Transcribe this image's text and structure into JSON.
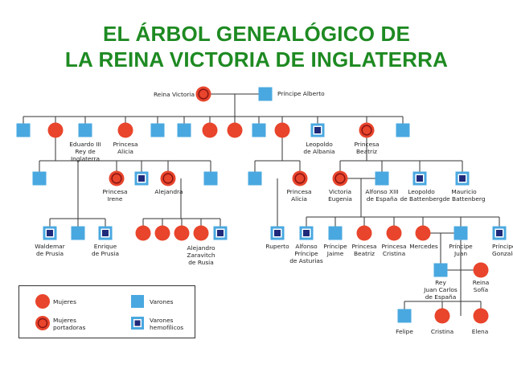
{
  "title": {
    "line1": "EL ÁRBOL GENEALÓGICO DE",
    "line2": "LA REINA VICTORIA DE INGLATERRA"
  },
  "colors": {
    "female": "#e8452c",
    "carrier_ring": "#8a1414",
    "male": "#4aa8e0",
    "hemophiliac_inner": "#1f2a7a",
    "line": "#333333",
    "title": "#1e8a22"
  },
  "people": {
    "reina_victoria": "Reina Victoria",
    "principe_alberto": "Príncipe Alberto",
    "eduardo_iii": "Eduardo III\nRey de\nInglaterra",
    "princesa_alicia_1": "Princesa\nAlicia",
    "leopoldo_albania": "Leopoldo\nde Albania",
    "princesa_beatriz_1": "Princesa\nBeatriz",
    "princesa_irene": "Princesa\nIrene",
    "alejandra": "Alejandra",
    "princesa_alicia_2": "Princesa\nAlicia",
    "victoria_eugenia": "Victoria\nEugenia",
    "alfonso_xiii": "Alfonso XIII\nde España",
    "leopoldo_battenberg": "Leopoldo\nde Battenberg",
    "mauricio_battenberg": "Mauricio\nde Battenberg",
    "waldemar": "Waldemar\nde Prusia",
    "enrique": "Enrique\nde Prusia",
    "alejandro_zaravitch": "Alejandro\nZaravitch\nde Rusia",
    "ruperto": "Ruperto",
    "alfonso_asturias": "Alfonso\nPríncipe\nde Asturias",
    "principe_jaime": "Príncipe\nJaime",
    "princesa_beatriz_2": "Princesa\nBeatriz",
    "princesa_cristina": "Princesa\nCristina",
    "mercedes": "Mercedes",
    "principe_juan": "Príncipe\nJuan",
    "principe_gonzalo": "Príncipe\nGonzalo",
    "rey_juan_carlos": "Rey\nJuan Carlos\nde España",
    "reina_sofia": "Reina\nSofía",
    "felipe": "Felipe",
    "cristina": "Cristina",
    "elena": "Elena"
  },
  "legend": {
    "mujeres": "Mujeres",
    "mujeres_portadoras": "Mujeres\nportadoras",
    "varones": "Varones",
    "varones_hemofilicos": "Varones\nhemofílicos"
  }
}
